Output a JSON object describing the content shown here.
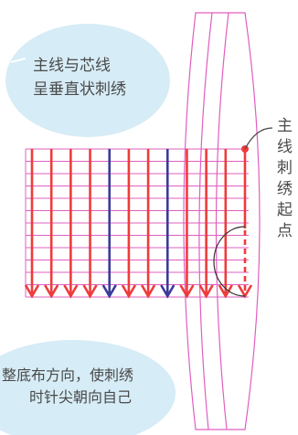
{
  "callouts": {
    "top": {
      "line1": "主线与芯线",
      "line2": "呈垂直状刺绣"
    },
    "right_label": "主线刺绣起点",
    "bottom": {
      "line1": "整底布方向，使刺绣",
      "line2": "时针尖朝向自己"
    }
  },
  "colors": {
    "bubble": "#d6ecf6",
    "fabric_lines": "#e05fc0",
    "main_thread_red": "#ef3b3b",
    "main_thread_blue": "#3b3a9a",
    "leader_line": "#444444"
  },
  "stitches": {
    "count": 12,
    "blue_indices": [
      4,
      7
    ],
    "dashed_index": 11,
    "start_marker_index": 11
  }
}
